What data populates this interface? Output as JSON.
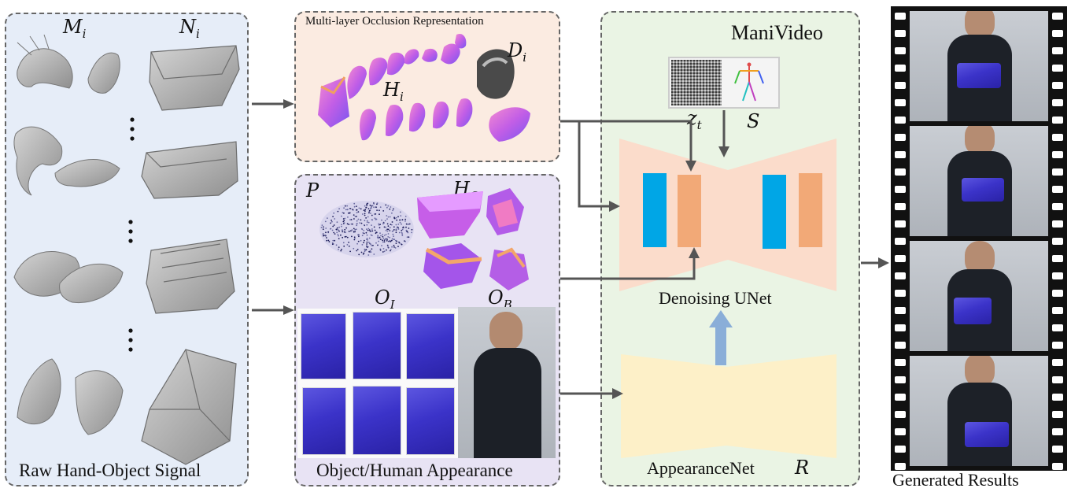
{
  "panels": {
    "raw": {
      "caption": "Raw Hand-Object Signal",
      "label_m": "M",
      "label_m_sub": "i",
      "label_n": "N",
      "label_n_sub": "i"
    },
    "occlusion": {
      "title": "Multi-layer Occlusion Representation",
      "label_d": "D",
      "label_d_sub": "i",
      "label_h": "H",
      "label_h_sub": "i"
    },
    "appearance": {
      "caption": "Object/Human Appearance",
      "label_p": "P",
      "label_ho": "H",
      "label_ho_sub": "O",
      "label_oi": "O",
      "label_oi_sub": "I",
      "label_ob": "O",
      "label_ob_sub": "B"
    },
    "manivideo": {
      "title": "ManiVideo",
      "label_z": "z",
      "label_z_sub": "t",
      "label_s": "S",
      "unet_label": "Denoising UNet",
      "appearance_net_label": "AppearanceNet",
      "label_r": "R"
    }
  },
  "output": {
    "caption": "Generated Results"
  },
  "colors": {
    "panel_blue": "#e6edf8",
    "panel_peach": "#fbebe1",
    "panel_purple": "#e8e3f4",
    "panel_green": "#eaf4e4",
    "unet_trapezoid": "#fbdccb",
    "appearance_trapezoid": "#fdf0c8",
    "block_blue": "#00a6e6",
    "block_orange": "#f2a977",
    "arrow": "#555555",
    "up_arrow": "#8aaed8"
  }
}
